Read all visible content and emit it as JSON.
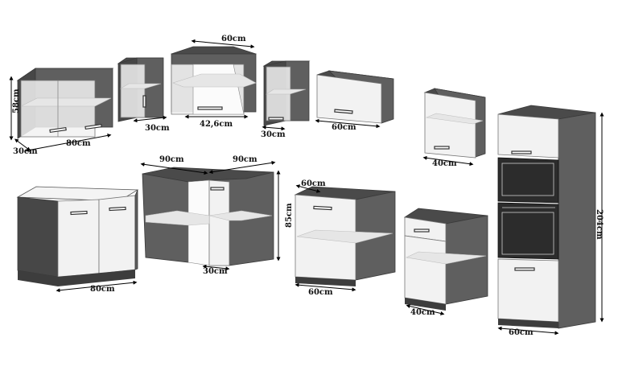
{
  "dimensions": {
    "wall_80_height": "58cm",
    "wall_80_depth": "30cm",
    "wall_80_width": "80cm",
    "wall_30_width": "30cm",
    "corner_wall_top": "60cm",
    "corner_wall_front": "42,6cm",
    "wall_30b_width": "30cm",
    "wall_60_width": "60cm",
    "wall_40_width": "40cm",
    "base_80_width": "80cm",
    "corner_base_left": "90cm",
    "corner_base_right": "90cm",
    "corner_base_height": "85cm",
    "corner_base_depth": "30cm",
    "base_60_depth": "60cm",
    "base_60_width": "60cm",
    "base_40_width": "40cm",
    "tall_height": "204cm",
    "tall_width": "60cm"
  }
}
